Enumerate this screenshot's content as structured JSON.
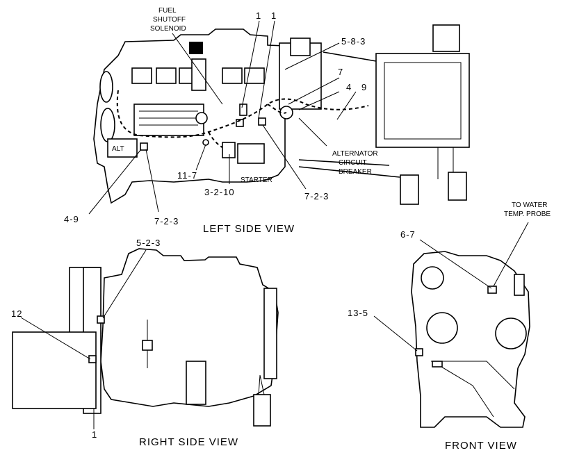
{
  "views": {
    "left": {
      "title": "LEFT SIDE VIEW",
      "labels": {
        "fuel_shutoff_line1": "FUEL",
        "fuel_shutoff_line2": "SHUTOFF",
        "fuel_shutoff_line3": "SOLENOID",
        "alt": "ALT",
        "starter": "STARTER",
        "breaker_line1": "ALTERNATOR",
        "breaker_line2": "CIRCUIT",
        "breaker_line3": "BREAKER"
      },
      "callouts": [
        "1",
        "1",
        "5-8-3",
        "7",
        "4",
        "9",
        "11-7",
        "3-2-10",
        "7-2-3",
        "4-9",
        "7-2-3"
      ]
    },
    "right": {
      "title": "RIGHT SIDE VIEW",
      "callouts": [
        "5-2-3",
        "12",
        "1"
      ]
    },
    "front": {
      "title": "FRONT VIEW",
      "labels": {
        "probe_line1": "TO WATER",
        "probe_line2": "TEMP. PROBE"
      },
      "callouts": [
        "6-7",
        "13-5"
      ]
    }
  }
}
